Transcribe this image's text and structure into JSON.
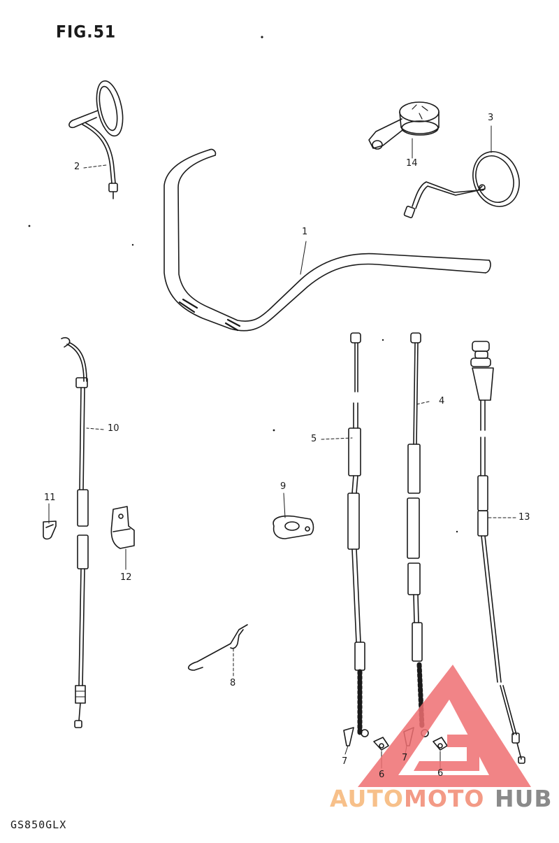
{
  "figure": {
    "title": "FIG.51",
    "model": "GS850GLX"
  },
  "callouts": {
    "c1": "1",
    "c2": "2",
    "c3": "3",
    "c4": "4",
    "c5": "5",
    "c6a": "6",
    "c6b": "6",
    "c7a": "7",
    "c7b": "7",
    "c8": "8",
    "c9": "9",
    "c10": "10",
    "c11": "11",
    "c12": "12",
    "c13": "13",
    "c14": "14"
  },
  "watermark": {
    "part1": "AUTO",
    "part2": "MOTO",
    "part3": "HUB",
    "colors": {
      "auto": "#f7c08a",
      "moto": "#f39a86",
      "hub": "#8a8a8a",
      "triangle": "#ef6f72"
    }
  }
}
